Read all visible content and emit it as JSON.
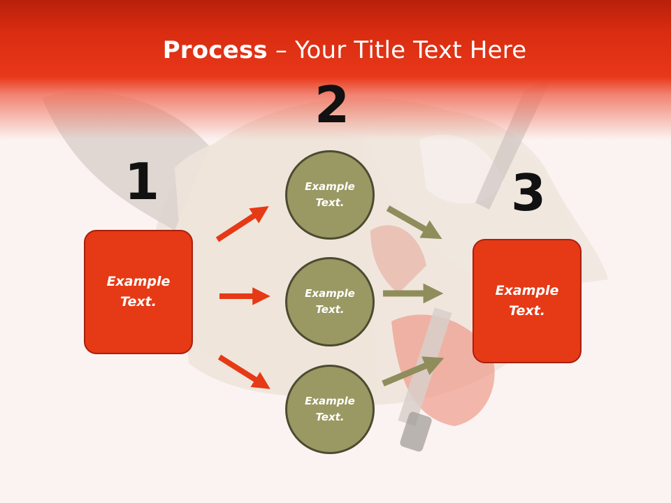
{
  "title": {
    "bold": "Process",
    "rest": " – Your Title Text Here"
  },
  "numbers": {
    "n1": "1",
    "n2": "2",
    "n3": "3"
  },
  "boxes": {
    "left": "Example\nText.",
    "right": "Example\nText."
  },
  "circles": {
    "top": "Example\nText.",
    "middle": "Example\nText.",
    "bottom": "Example\nText."
  },
  "colors": {
    "header_red": "#e8381a",
    "box_red": "#e63915",
    "circle_olive": "#9a9863",
    "arrow_red": "#e63915",
    "arrow_olive": "#8f8d5c"
  }
}
